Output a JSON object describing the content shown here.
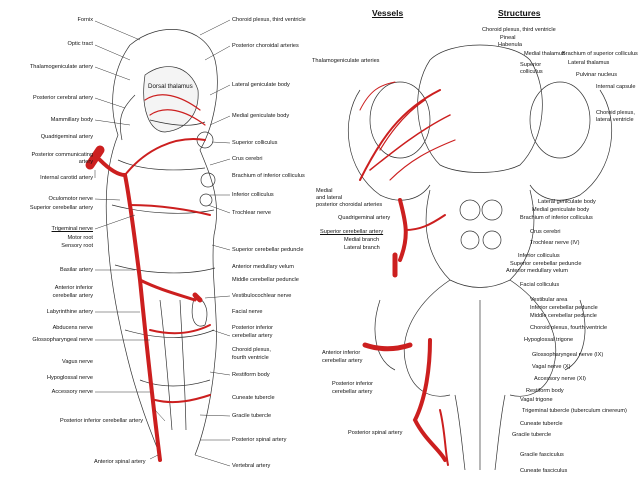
{
  "left": {
    "left_labels": [
      "Fornix",
      "Optic tract",
      "Thalamogeniculate artery",
      "Posterior cerebral artery",
      "Mammillary body",
      "Quadrigeminal artery",
      "Posterior communicating",
      "artery",
      "Internal carotid artery",
      "Oculomotor nerve",
      "Superior cerebellar artery",
      "Trigeminal nerve",
      "Motor root",
      "Sensory root",
      "Basilar artery",
      "Anterior inferior",
      "cerebellar artery",
      "Labyrinthine artery",
      "Abducens nerve",
      "Glossopharyngeal nerve",
      "Vagus nerve",
      "Hypoglossal nerve",
      "Accessory nerve",
      "Posterior inferior cerebellar artery",
      "Anterior spinal artery"
    ],
    "right_labels": [
      "Choroid plexus, third ventricle",
      "Posterior choroidal arteries",
      "Lateral geniculate body",
      "Medial geniculate body",
      "Superior colliculus",
      "Crus cerebri",
      "Brachium of inferior colliculus",
      "Inferior colliculus",
      "Trochlear nerve",
      "Superior cerebellar peduncle",
      "Anterior medullary velum",
      "Middle cerebellar peduncle",
      "Vestibulocochlear nerve",
      "Facial nerve",
      "Posterior inferior",
      "cerebellar artery",
      "Choroid plexus,",
      "fourth ventricle",
      "Restiform body",
      "Cuneate tubercle",
      "Gracile tubercle",
      "Posterior spinal artery",
      "Vertebral artery"
    ],
    "center_label": "Dorsal thalamus"
  },
  "right": {
    "heading_vessels": "Vessels",
    "heading_structures": "Structures",
    "vessel_labels": [
      "Thalamogeniculate arteries",
      "Medial",
      "and lateral",
      "posterior choroidal arteries",
      "Quadrigeminal artery",
      "Superior cerebellar artery",
      "Medial branch",
      "Lateral branch",
      "Anterior inferior",
      "cerebellar artery",
      "Posterior inferior",
      "cerebellar artery",
      "Posterior spinal artery"
    ],
    "structure_labels": [
      "Choroid plexus, third ventricle",
      "Pineal",
      "Habenula",
      "Medial thalamus",
      "Brachium of superior colliculus",
      "Superior",
      "colliculus",
      "Lateral thalamus",
      "Pulvinar nucleus",
      "Internal capsule",
      "Choroid plexus,",
      "lateral ventricle",
      "Lateral geniculate body",
      "Medial geniculate body",
      "Brachium of inferior colliculus",
      "Crus cerebri",
      "Trochlear nerve (IV)",
      "Inferior colliculus",
      "Superior cerebellar peduncle",
      "Anterior medullary velum",
      "Facial colliculus",
      "Vestibular area",
      "Inferior cerebellar peduncle",
      "Middle cerebellar peduncle",
      "Choroid plexus, fourth ventricle",
      "Hypoglossal trigone",
      "Glossopharyngeal nerve (IX)",
      "Vagal nerve (X)",
      "Accessory nerve (XI)",
      "Restiform body",
      "Vagal trigone",
      "Trigeminal tubercle (tuberculum cinereum)",
      "Cuneate tubercle",
      "Gracile tubercle",
      "Gracile fasciculus",
      "Cuneate fasciculus"
    ]
  }
}
